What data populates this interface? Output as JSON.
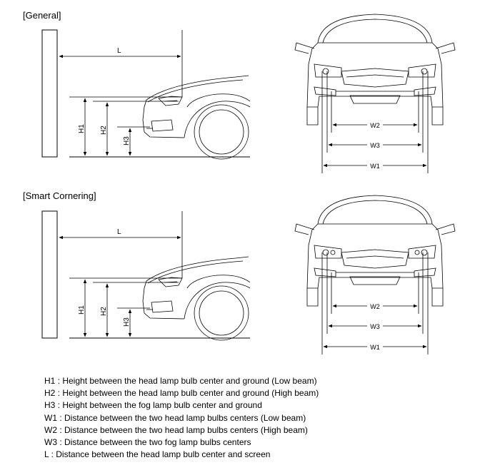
{
  "sections": [
    {
      "title": "[General]",
      "labels": {
        "L": "L",
        "H1": "H1",
        "H2": "H2",
        "H3": "H3",
        "W1": "W1",
        "W2": "W2",
        "W3": "W3"
      }
    },
    {
      "title": "[Smart Cornering]",
      "labels": {
        "L": "L",
        "H1": "H1",
        "H2": "H2",
        "H3": "H3",
        "W1": "W1",
        "W2": "W2",
        "W3": "W3"
      }
    }
  ],
  "legend": [
    "H1 : Height between the head lamp bulb center and ground (Low beam)",
    "H2 : Height between the head lamp bulb center and ground (High beam)",
    "H3 : Height between the fog lamp bulb center and ground",
    "W1 : Distance between the two head lamp bulbs centers (Low beam)",
    "W2 : Distance between the two head lamp bulbs centers (High beam)",
    "W3 : Distance between the two fog lamp bulbs centers",
    "L : Distance between the head lamp bulb center and screen"
  ]
}
